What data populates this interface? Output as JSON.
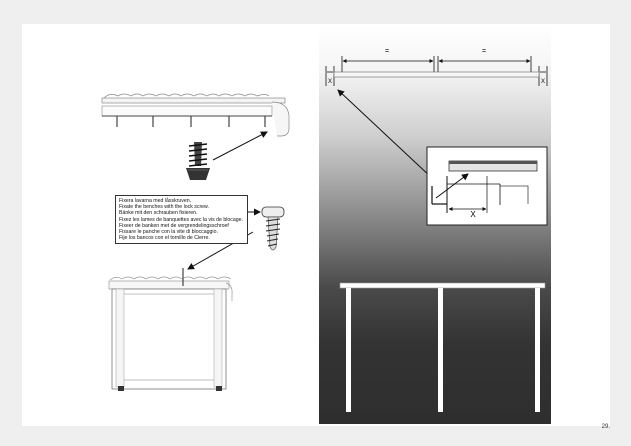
{
  "instructions": [
    "Fixera lavarna med låsskruven.",
    "Fixate the benches with the lock screw.",
    "Bänke mit den schrauben fixieren.",
    "Fixez les lames de banquettes avec la vis de blocage.",
    "Fixeer de banken met de vergrendelingsschroef",
    "Fissare le panche con la vite di bloccaggio.",
    "Fije los bancos con el tornillo de Cierre."
  ],
  "dimension_labels": {
    "equal_left": "=",
    "equal_right": "=",
    "gap_left": "X",
    "gap_right": "X",
    "detail_gap": "X"
  },
  "page_number": "29.",
  "colors": {
    "wall_top": "#ffffff",
    "wall_bottom": "#2e2e2e",
    "line": "#111111"
  }
}
